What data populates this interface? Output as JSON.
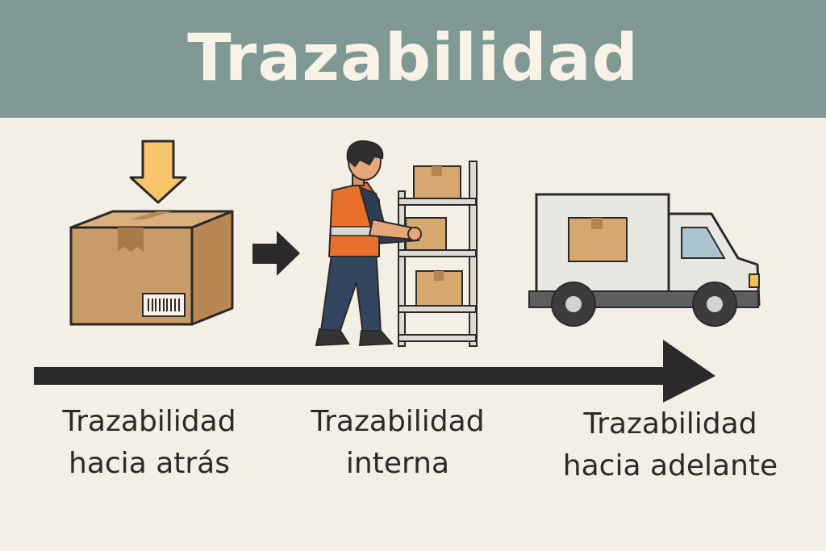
{
  "title": "Trazabilidad",
  "stages": [
    {
      "line1": "Trazabilidad",
      "line2": "hacia atrás"
    },
    {
      "line1": "Trazabilidad",
      "line2": "interna"
    },
    {
      "line1": "Trazabilidad",
      "line2": "hacia adelante"
    }
  ],
  "colors": {
    "header": "#7f9894",
    "background": "#f4efe4",
    "box": "#c99b68",
    "arrow_down": "#f7c66b",
    "vest": "#e8702a",
    "outline": "#2a2a2a"
  },
  "icons": [
    "down-arrow-icon",
    "cardboard-box-icon",
    "barcode-icon",
    "right-arrow-icon",
    "worker-icon",
    "shelf-icon",
    "truck-icon",
    "timeline-arrow-icon"
  ]
}
